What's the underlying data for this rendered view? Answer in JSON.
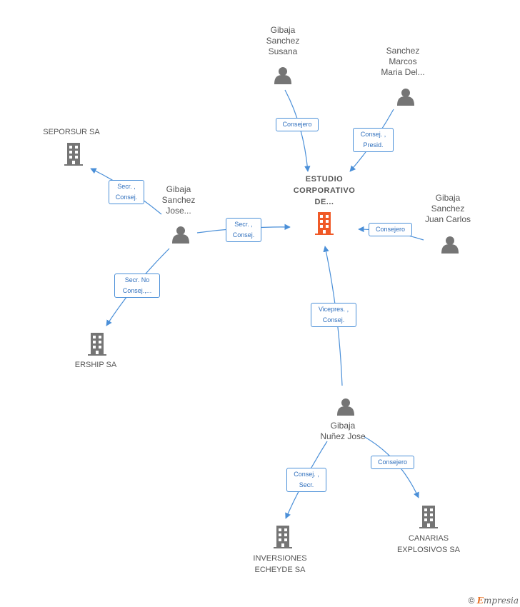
{
  "nodes": {
    "main": {
      "label_lines": [
        "ESTUDIO",
        "CORPORATIVO",
        "DE..."
      ],
      "color": "#f05a28",
      "type": "company"
    },
    "susana": {
      "label_lines": [
        "Gibaja",
        "Sanchez",
        "Susana"
      ],
      "type": "person"
    },
    "marcos": {
      "label_lines": [
        "Sanchez",
        "Marcos",
        "Maria Del..."
      ],
      "type": "person"
    },
    "juan_carlos": {
      "label_lines": [
        "Gibaja",
        "Sanchez",
        "Juan Carlos"
      ],
      "type": "person"
    },
    "jose_s": {
      "label_lines": [
        "Gibaja",
        "Sanchez",
        "Jose..."
      ],
      "type": "person"
    },
    "jose_n": {
      "label_lines": [
        "Gibaja",
        "Nuñez Jose"
      ],
      "type": "person"
    },
    "seporsur": {
      "label_lines": [
        "SEPORSUR SA"
      ],
      "type": "company"
    },
    "ership": {
      "label_lines": [
        "ERSHIP SA"
      ],
      "type": "company"
    },
    "inversiones": {
      "label_lines": [
        "INVERSIONES",
        "ECHEYDE SA"
      ],
      "type": "company"
    },
    "canarias": {
      "label_lines": [
        "CANARIAS",
        "EXPLOSIVOS SA"
      ],
      "type": "company"
    }
  },
  "edges": {
    "susana_main": {
      "label_lines": [
        "Consejero"
      ]
    },
    "marcos_main": {
      "label_lines": [
        "Consej. ,",
        "Presid."
      ]
    },
    "juan_main": {
      "label_lines": [
        "Consejero"
      ]
    },
    "joses_main": {
      "label_lines": [
        "Secr. ,",
        "Consej."
      ]
    },
    "joses_seporsur": {
      "label_lines": [
        "Secr. ,",
        "Consej."
      ]
    },
    "joses_ership": {
      "label_lines": [
        "Secr.  No",
        "Consej.,..."
      ]
    },
    "josen_main": {
      "label_lines": [
        "Vicepres. ,",
        "Consej."
      ]
    },
    "josen_inversiones": {
      "label_lines": [
        "Consej. ,",
        "Secr."
      ]
    },
    "josen_canarias": {
      "label_lines": [
        "Consejero"
      ]
    }
  },
  "colors": {
    "edge": "#4a8fd8",
    "icon": "#757575",
    "main_icon": "#f05a28"
  },
  "footer": {
    "copyright": "©",
    "brand_initial": "E",
    "brand_rest": "mpresia"
  }
}
